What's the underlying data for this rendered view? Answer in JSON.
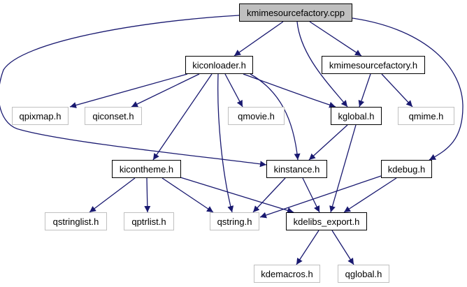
{
  "diagram": {
    "type": "include-dependency-graph",
    "edge_color": "#191970",
    "root_fill": "#bfbfbf",
    "system_border": "#c0c0c0",
    "nodes": [
      {
        "id": "kmimesourcefactory_cpp",
        "label": "kmimesourcefactory.cpp",
        "kind": "root"
      },
      {
        "id": "kiconloader_h",
        "label": "kiconloader.h",
        "kind": "local"
      },
      {
        "id": "kmimesourcefactory_h",
        "label": "kmimesourcefactory.h",
        "kind": "local"
      },
      {
        "id": "qpixmap_h",
        "label": "qpixmap.h",
        "kind": "system"
      },
      {
        "id": "qiconset_h",
        "label": "qiconset.h",
        "kind": "system"
      },
      {
        "id": "qmovie_h",
        "label": "qmovie.h",
        "kind": "system"
      },
      {
        "id": "kglobal_h",
        "label": "kglobal.h",
        "kind": "local"
      },
      {
        "id": "qmime_h",
        "label": "qmime.h",
        "kind": "system"
      },
      {
        "id": "kicontheme_h",
        "label": "kicontheme.h",
        "kind": "local"
      },
      {
        "id": "kinstance_h",
        "label": "kinstance.h",
        "kind": "local"
      },
      {
        "id": "kdebug_h",
        "label": "kdebug.h",
        "kind": "local"
      },
      {
        "id": "qstringlist_h",
        "label": "qstringlist.h",
        "kind": "system"
      },
      {
        "id": "qptrlist_h",
        "label": "qptrlist.h",
        "kind": "system"
      },
      {
        "id": "qstring_h",
        "label": "qstring.h",
        "kind": "system"
      },
      {
        "id": "kdelibs_export_h",
        "label": "kdelibs_export.h",
        "kind": "local"
      },
      {
        "id": "kdemacros_h",
        "label": "kdemacros.h",
        "kind": "system"
      },
      {
        "id": "qglobal_h",
        "label": "qglobal.h",
        "kind": "system"
      }
    ],
    "edges": [
      {
        "from": "kmimesourcefactory_cpp",
        "to": "kiconloader_h"
      },
      {
        "from": "kmimesourcefactory_cpp",
        "to": "kmimesourcefactory_h"
      },
      {
        "from": "kmimesourcefactory_cpp",
        "to": "kglobal_h"
      },
      {
        "from": "kmimesourcefactory_cpp",
        "to": "kinstance_h"
      },
      {
        "from": "kmimesourcefactory_cpp",
        "to": "kdebug_h"
      },
      {
        "from": "kiconloader_h",
        "to": "qpixmap_h"
      },
      {
        "from": "kiconloader_h",
        "to": "qiconset_h"
      },
      {
        "from": "kiconloader_h",
        "to": "qmovie_h"
      },
      {
        "from": "kiconloader_h",
        "to": "kglobal_h"
      },
      {
        "from": "kiconloader_h",
        "to": "kicontheme_h"
      },
      {
        "from": "kiconloader_h",
        "to": "kinstance_h"
      },
      {
        "from": "kiconloader_h",
        "to": "qstring_h"
      },
      {
        "from": "kmimesourcefactory_h",
        "to": "kglobal_h"
      },
      {
        "from": "kmimesourcefactory_h",
        "to": "qmime_h"
      },
      {
        "from": "kglobal_h",
        "to": "kinstance_h"
      },
      {
        "from": "kglobal_h",
        "to": "kdelibs_export_h"
      },
      {
        "from": "kicontheme_h",
        "to": "qstringlist_h"
      },
      {
        "from": "kicontheme_h",
        "to": "qptrlist_h"
      },
      {
        "from": "kicontheme_h",
        "to": "qstring_h"
      },
      {
        "from": "kicontheme_h",
        "to": "kdelibs_export_h"
      },
      {
        "from": "kinstance_h",
        "to": "qstring_h"
      },
      {
        "from": "kinstance_h",
        "to": "kdelibs_export_h"
      },
      {
        "from": "kdebug_h",
        "to": "qstring_h"
      },
      {
        "from": "kdebug_h",
        "to": "kdelibs_export_h"
      },
      {
        "from": "kdelibs_export_h",
        "to": "kdemacros_h"
      },
      {
        "from": "kdelibs_export_h",
        "to": "qglobal_h"
      }
    ]
  }
}
